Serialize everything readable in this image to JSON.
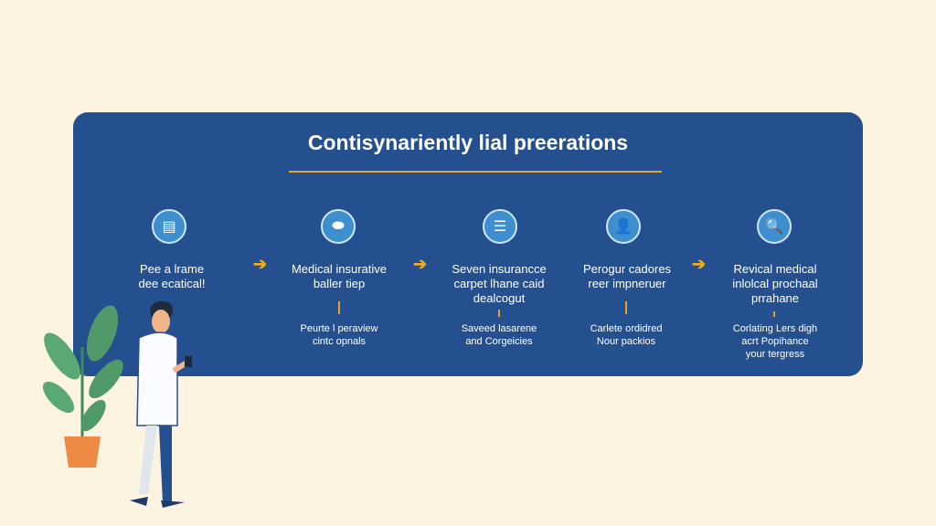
{
  "title": "Contisynariently lial preerations",
  "steps": [
    {
      "icon": "id-card-icon",
      "glyph": "▤",
      "heading": "Pee a lrame\ndee ecatical!",
      "sub": ""
    },
    {
      "icon": "pill-icon",
      "glyph": "⬬",
      "heading": "Medical insurative\nballer tiep",
      "sub": "Peurte l peraview\ncintc opnals"
    },
    {
      "icon": "document-list-icon",
      "glyph": "☰",
      "heading": "Seven insurancce\ncarpet lhane caid\ndealcogut",
      "sub": "Saveed lasarene\nand Corgeicies"
    },
    {
      "icon": "person-icon",
      "glyph": "👤",
      "heading": "Perogur cadores\nreer impneruer",
      "sub": "Carlete ordidred\nNour packios"
    },
    {
      "icon": "magnifier-icon",
      "glyph": "🔍",
      "heading": "Revical medical\ninlolcal prochaal\nprrahane",
      "sub": "Corlating Lers digh\nacrt Popihance\nyour tergress"
    }
  ],
  "colors": {
    "background": "#fcf3e0",
    "panel": "#24508f",
    "accent": "#f2a81d",
    "icon": "#3d8fd0"
  }
}
